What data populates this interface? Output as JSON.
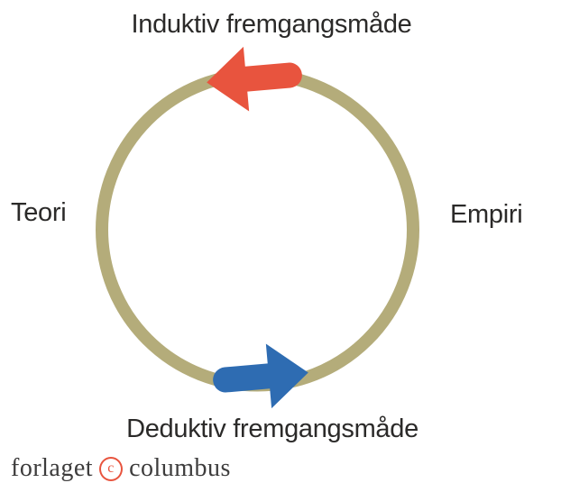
{
  "figure": {
    "top_label": "Induktiv fremgangsmåde",
    "left_label": "Teori",
    "right_label": "Empiri",
    "bottom_label": "Deduktiv fremgangsmåde",
    "colors": {
      "ring": "#b4ac7a",
      "inductive_arrow": "#e8543e",
      "deductive_arrow": "#2e6cb2",
      "label_text": "#2b2a29"
    }
  },
  "logo": {
    "word_left": "forlaget",
    "copyright_letter": "c",
    "word_right": "columbus",
    "accent_color": "#e8543e"
  }
}
